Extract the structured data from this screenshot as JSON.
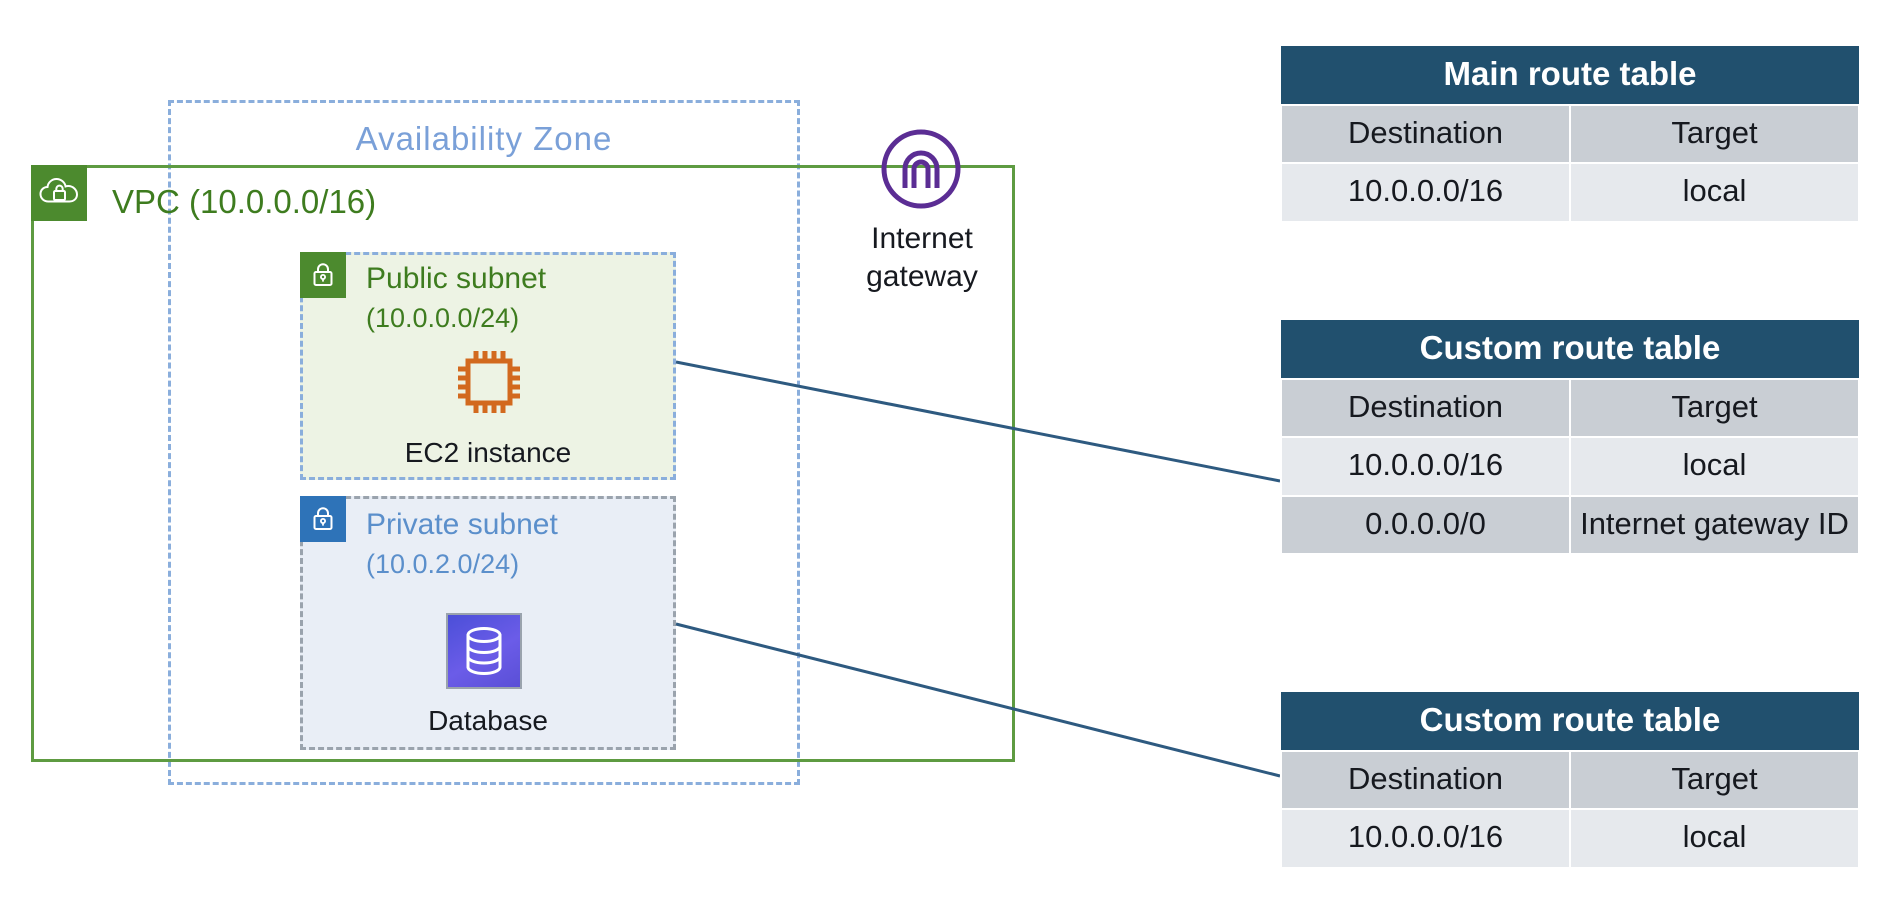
{
  "diagram": {
    "title": "AWS VPC with public and private subnets and route tables",
    "vpc": {
      "label": "VPC (10.0.0.0/16)",
      "icon": "vpc-cloud-lock-icon",
      "border_color": "#5E9B41",
      "icon_bg": "#4C8A2E"
    },
    "availability_zone": {
      "label": "Availability  Zone",
      "border_color": "#8AAEDC",
      "text_color": "#7AA0D8"
    },
    "public_subnet": {
      "title": "Public subnet",
      "cidr": "(10.0.0.0/24)",
      "icon": "subnet-lock-icon",
      "icon_bg": "#4C8A2E",
      "fill": "#EDF3E4",
      "border_color": "#8AAEDC",
      "text_color": "#3E7C1F",
      "resource": {
        "label": "EC2 instance",
        "icon": "ec2-chip-icon",
        "icon_color": "#D2691E"
      }
    },
    "private_subnet": {
      "title": "Private subnet",
      "cidr": "(10.0.2.0/24)",
      "icon": "subnet-lock-icon",
      "icon_bg": "#2E73B8",
      "fill": "#E9EEF6",
      "border_color": "#9AA3AD",
      "text_color": "#5B8FCB",
      "resource": {
        "label": "Database",
        "icon": "database-cylinder-icon",
        "icon_color": "#4B4FD8"
      }
    },
    "internet_gateway": {
      "label": "Internet\ngateway",
      "icon": "internet-gateway-icon",
      "icon_color": "#5B2D94"
    },
    "connectors": {
      "color": "#2E5A80",
      "lines": [
        {
          "name": "public-subnet-to-custom-route-table-1",
          "from": "public subnet right edge",
          "to": "custom route table 1"
        },
        {
          "name": "private-subnet-to-custom-route-table-2",
          "from": "private subnet right edge",
          "to": "custom route table 2"
        }
      ]
    }
  },
  "route_tables": [
    {
      "id": "main",
      "title": "Main route table",
      "columns": [
        "Destination",
        "Target"
      ],
      "rows": [
        {
          "destination": "10.0.0.0/16",
          "target": "local",
          "shade": "light"
        }
      ]
    },
    {
      "id": "custom-1",
      "title": "Custom route table",
      "columns": [
        "Destination",
        "Target"
      ],
      "rows": [
        {
          "destination": "10.0.0.0/16",
          "target": "local",
          "shade": "light"
        },
        {
          "destination": "0.0.0.0/0",
          "target": "Internet gateway ID",
          "shade": "dark"
        }
      ]
    },
    {
      "id": "custom-2",
      "title": "Custom route table",
      "columns": [
        "Destination",
        "Target"
      ],
      "rows": [
        {
          "destination": "10.0.0.0/16",
          "target": "local",
          "shade": "light"
        }
      ]
    }
  ],
  "colors": {
    "table_header_bg": "#21506E",
    "table_column_bg": "#C9CED4",
    "table_row_bg": "#E6E9ED",
    "aws_green": "#5E9B41",
    "aws_blue": "#8AAEDC",
    "connector": "#2E5A80"
  }
}
